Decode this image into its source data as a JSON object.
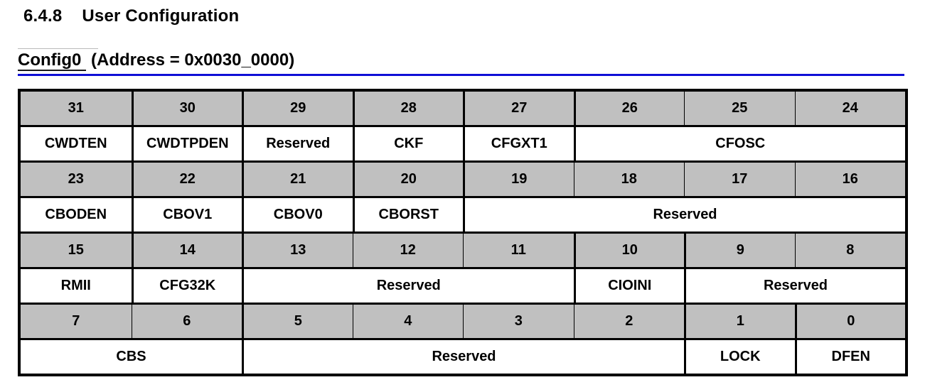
{
  "page": {
    "section_number": "6.4.8",
    "section_title": "User Configuration",
    "register_name": "Config0",
    "register_heading_rest": " (Address = 0x0030_0000)"
  },
  "colors": {
    "bit_row_gray": "#c0c0c0",
    "heading_rule_blue": "#0f0fd6",
    "table_border": "#000000"
  },
  "register_table": {
    "row_pairs": [
      {
        "bits": [
          "31",
          "30",
          "29",
          "28",
          "27",
          "26",
          "25",
          "24"
        ],
        "fields": [
          {
            "label": "CWDTEN",
            "span": 1
          },
          {
            "label": "CWDTPDEN",
            "span": 1
          },
          {
            "label": "Reserved",
            "span": 1
          },
          {
            "label": "CKF",
            "span": 1
          },
          {
            "label": "CFGXT1",
            "span": 1
          },
          {
            "label": "CFOSC",
            "span": 3
          }
        ]
      },
      {
        "bits": [
          "23",
          "22",
          "21",
          "20",
          "19",
          "18",
          "17",
          "16"
        ],
        "fields": [
          {
            "label": "CBODEN",
            "span": 1
          },
          {
            "label": "CBOV1",
            "span": 1
          },
          {
            "label": "CBOV0",
            "span": 1
          },
          {
            "label": "CBORST",
            "span": 1
          },
          {
            "label": "Reserved",
            "span": 4
          }
        ]
      },
      {
        "bits": [
          "15",
          "14",
          "13",
          "12",
          "11",
          "10",
          "9",
          "8"
        ],
        "fields": [
          {
            "label": "RMII",
            "span": 1
          },
          {
            "label": "CFG32K",
            "span": 1
          },
          {
            "label": "Reserved",
            "span": 3
          },
          {
            "label": "CIOINI",
            "span": 1
          },
          {
            "label": "Reserved",
            "span": 2
          }
        ]
      },
      {
        "bits": [
          "7",
          "6",
          "5",
          "4",
          "3",
          "2",
          "1",
          "0"
        ],
        "fields": [
          {
            "label": "CBS",
            "span": 2
          },
          {
            "label": "Reserved",
            "span": 4
          },
          {
            "label": "LOCK",
            "span": 1
          },
          {
            "label": "DFEN",
            "span": 1
          }
        ]
      }
    ]
  }
}
